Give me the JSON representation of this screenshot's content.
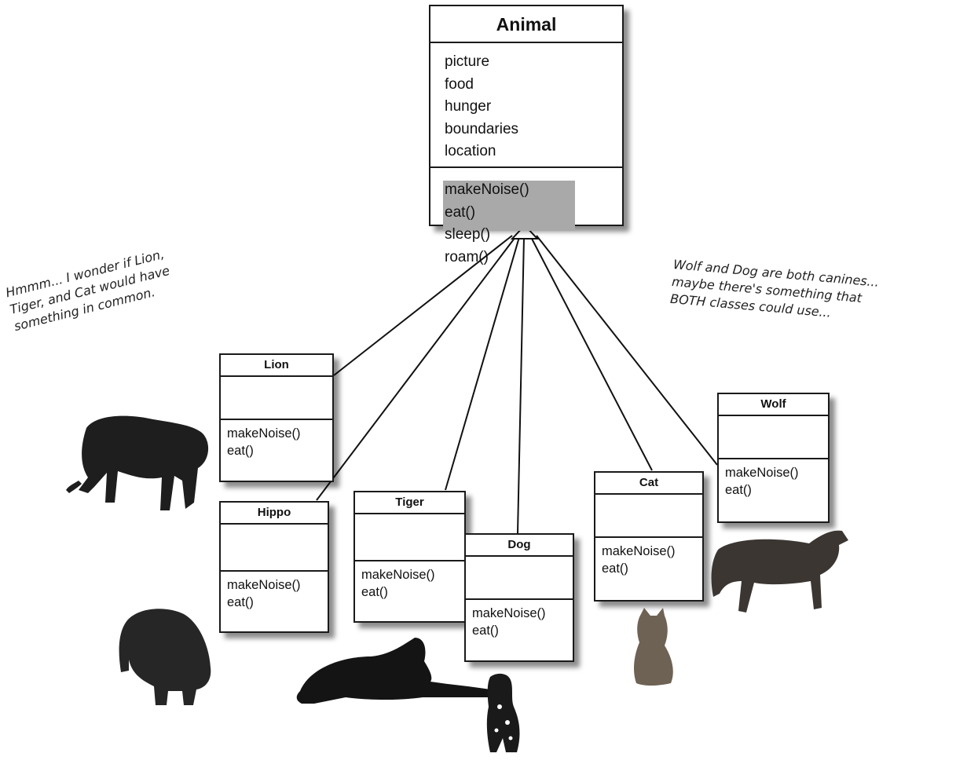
{
  "diagram": {
    "parent": {
      "name": "Animal",
      "attributes": [
        "picture",
        "food",
        "hunger",
        "boundaries",
        "location"
      ],
      "methods": [
        "makeNoise()",
        "eat()",
        "sleep()",
        "roam()"
      ],
      "highlighted_methods": [
        "makeNoise()",
        "eat()"
      ],
      "highlight_color": "#a9a9a9"
    },
    "subclasses": [
      {
        "name": "Lion",
        "methods": [
          "makeNoise()",
          "eat()"
        ]
      },
      {
        "name": "Hippo",
        "methods": [
          "makeNoise()",
          "eat()"
        ]
      },
      {
        "name": "Tiger",
        "methods": [
          "makeNoise()",
          "eat()"
        ]
      },
      {
        "name": "Dog",
        "methods": [
          "makeNoise()",
          "eat()"
        ]
      },
      {
        "name": "Cat",
        "methods": [
          "makeNoise()",
          "eat()"
        ]
      },
      {
        "name": "Wolf",
        "methods": [
          "makeNoise()",
          "eat()"
        ]
      }
    ],
    "relationship": "inheritance",
    "notes": {
      "left": [
        "Hmmm... I wonder if Lion,",
        "Tiger, and Cat would have",
        "something in common."
      ],
      "right": [
        "Wolf and Dog are both canines...",
        "maybe there's something that",
        "BOTH classes could use..."
      ]
    },
    "images": [
      "lion-photo",
      "hippo-photo",
      "tiger-photo",
      "dog-photo",
      "cat-photo",
      "wolf-photo"
    ]
  }
}
